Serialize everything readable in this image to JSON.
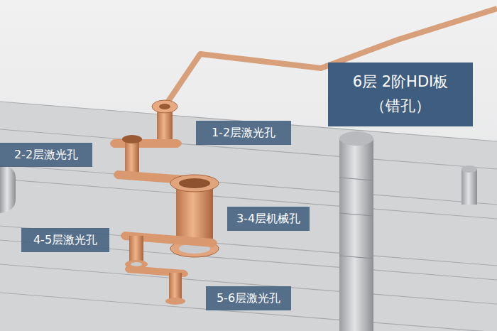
{
  "diagram": {
    "nodes": [
      {
        "text": [
          "6层 2阶HDI板",
          "（错孔）"
        ]
      },
      {
        "text": [
          "1-2层激光孔"
        ]
      },
      {
        "text": [
          "2-2层激光孔"
        ]
      },
      {
        "text": [
          "3-4层机械孔"
        ]
      },
      {
        "text": [
          "4-5层激光孔"
        ]
      },
      {
        "text": [
          "5-6层激光孔"
        ]
      }
    ]
  }
}
